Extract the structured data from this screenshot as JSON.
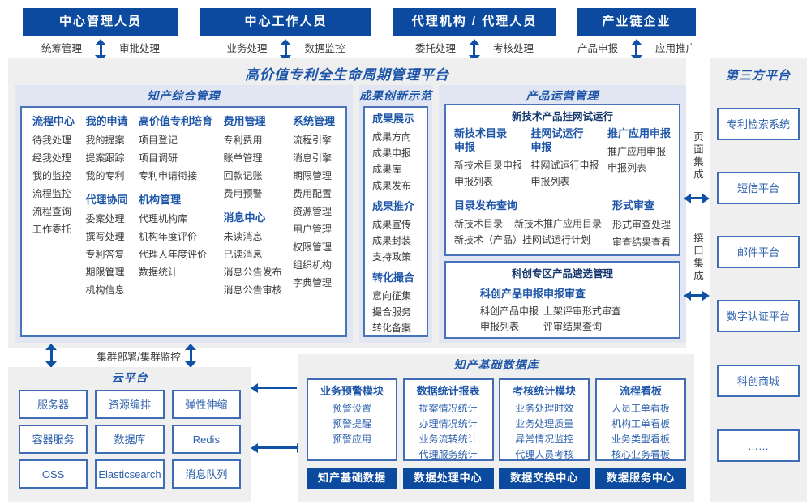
{
  "colors": {
    "navy": "#0b4a9e",
    "title_blue": "#1d55a8",
    "item_blue": "#2f62ae",
    "panel_bg": "#e2e6f3",
    "area_bg": "#efefef",
    "arrow": "#0f51a5"
  },
  "top_roles": [
    {
      "title": "中心管理人员",
      "left_label": "统筹管理",
      "right_label": "审批处理"
    },
    {
      "title": "中心工作人员",
      "left_label": "业务处理",
      "right_label": "数据监控"
    },
    {
      "title": "代理机构 / 代理人员",
      "left_label": "委托处理",
      "right_label": "考核处理"
    },
    {
      "title": "产业链企业",
      "left_label": "产品申报",
      "right_label": "应用推广"
    }
  ],
  "platform": {
    "title": "高价值专利全生命周期管理平台",
    "zhichan": {
      "title": "知产综合管理",
      "columns": [
        {
          "groups": [
            {
              "header": "流程中心",
              "items": [
                "待我处理",
                "经我处理",
                "我的监控",
                "流程监控",
                "流程查询",
                "工作委托"
              ]
            }
          ]
        },
        {
          "groups": [
            {
              "header": "我的申请",
              "items": [
                "我的提案",
                "提案跟踪",
                "我的专利"
              ]
            },
            {
              "header": "代理协同",
              "items": [
                "委案处理",
                "撰写处理",
                "专利答复",
                "期限管理",
                "机构信息"
              ]
            }
          ]
        },
        {
          "groups": [
            {
              "header": "高价值专利培育",
              "items": [
                "项目登记",
                "项目调研",
                "专利申请衔接"
              ]
            },
            {
              "header": "机构管理",
              "items": [
                "代理机构库",
                "机构年度评价",
                "代理人年度评价",
                "数据统计"
              ]
            }
          ]
        },
        {
          "groups": [
            {
              "header": "费用管理",
              "items": [
                "专利费用",
                "账单管理",
                "回款记账",
                "费用预警"
              ]
            },
            {
              "header": "消息中心",
              "items": [
                "未读消息",
                "已读消息",
                "消息公告发布",
                "消息公告审核"
              ]
            }
          ]
        },
        {
          "groups": [
            {
              "header": "系统管理",
              "items": [
                "流程引擎",
                "消息引擎",
                "期限管理",
                "费用配置",
                "资源管理",
                "用户管理",
                "权限管理",
                "组织机构",
                "字典管理"
              ]
            }
          ]
        }
      ]
    },
    "chengguo": {
      "title": "成果创新示范",
      "groups": [
        {
          "header": "成果展示",
          "items": [
            "成果方向",
            "成果申报",
            "成果库",
            "成果发布"
          ]
        },
        {
          "header": "成果推介",
          "items": [
            "成果宣传",
            "成果封装",
            "支持政策"
          ]
        },
        {
          "header": "转化撮合",
          "items": [
            "意向征集",
            "撮合服务",
            "转化备案"
          ]
        }
      ]
    },
    "chanpin": {
      "title": "产品运营管理",
      "box1": {
        "title": "新技术产品挂网试运行",
        "cols": [
          {
            "header_lines": [
              "新技术目录",
              "申报"
            ],
            "items": [
              "新技术目录申报",
              "申报列表"
            ]
          },
          {
            "header_lines": [
              "挂网试运行",
              "申报"
            ],
            "items": [
              "挂网试运行申报",
              "申报列表"
            ]
          },
          {
            "header_lines": [
              "推广应用申报"
            ],
            "items": [
              "推广应用申报",
              "申报列表"
            ]
          }
        ],
        "catalog": {
          "header": "目录发布查询",
          "row1": [
            "新技术目录",
            "新技术推广应用目录"
          ],
          "row2": "新技术（产品）挂网试运行计划"
        },
        "review": {
          "header": "形式审查",
          "items": [
            "形式审查处理",
            "审查结果查看"
          ]
        }
      },
      "box2": {
        "title": "科创专区产品遴选管理",
        "cols": [
          {
            "header": "科创产品申报",
            "items": [
              "科创产品申报",
              "申报列表"
            ]
          },
          {
            "header": "申报审查",
            "items": [
              "上架评审形式审查",
              "评审结果查询"
            ]
          }
        ]
      }
    }
  },
  "cluster_label": "集群部署/集群监控",
  "cloud": {
    "title": "云平台",
    "boxes": [
      "服务器",
      "资源编排",
      "弹性伸缩",
      "容器服务",
      "数据库",
      "Redis",
      "OSS",
      "Elasticsearch",
      "消息队列"
    ]
  },
  "database": {
    "title": "知产基础数据库",
    "columns": [
      {
        "header": "业务预警模块",
        "items": [
          "预警设置",
          "预警提醒",
          "预警应用"
        ],
        "footer": "知产基础数据"
      },
      {
        "header": "数据统计报表",
        "items": [
          "提案情况统计",
          "办理情况统计",
          "业务流转统计",
          "代理服务统计"
        ],
        "footer": "数据处理中心"
      },
      {
        "header": "考核统计模块",
        "items": [
          "业务处理时效",
          "业务处理质量",
          "异常情况监控",
          "代理人员考核"
        ],
        "footer": "数据交换中心"
      },
      {
        "header": "流程看板",
        "items": [
          "人员工单看板",
          "机构工单看板",
          "业务类型看板",
          "核心业务看板"
        ],
        "footer": "数据服务中心"
      }
    ]
  },
  "third_party": {
    "title": "第三方平台",
    "page_integration": "页面集成",
    "api_integration": "接口集成",
    "boxes": [
      "专利检索系统",
      "短信平台",
      "邮件平台",
      "数字认证平台",
      "科创商城",
      "……"
    ]
  }
}
